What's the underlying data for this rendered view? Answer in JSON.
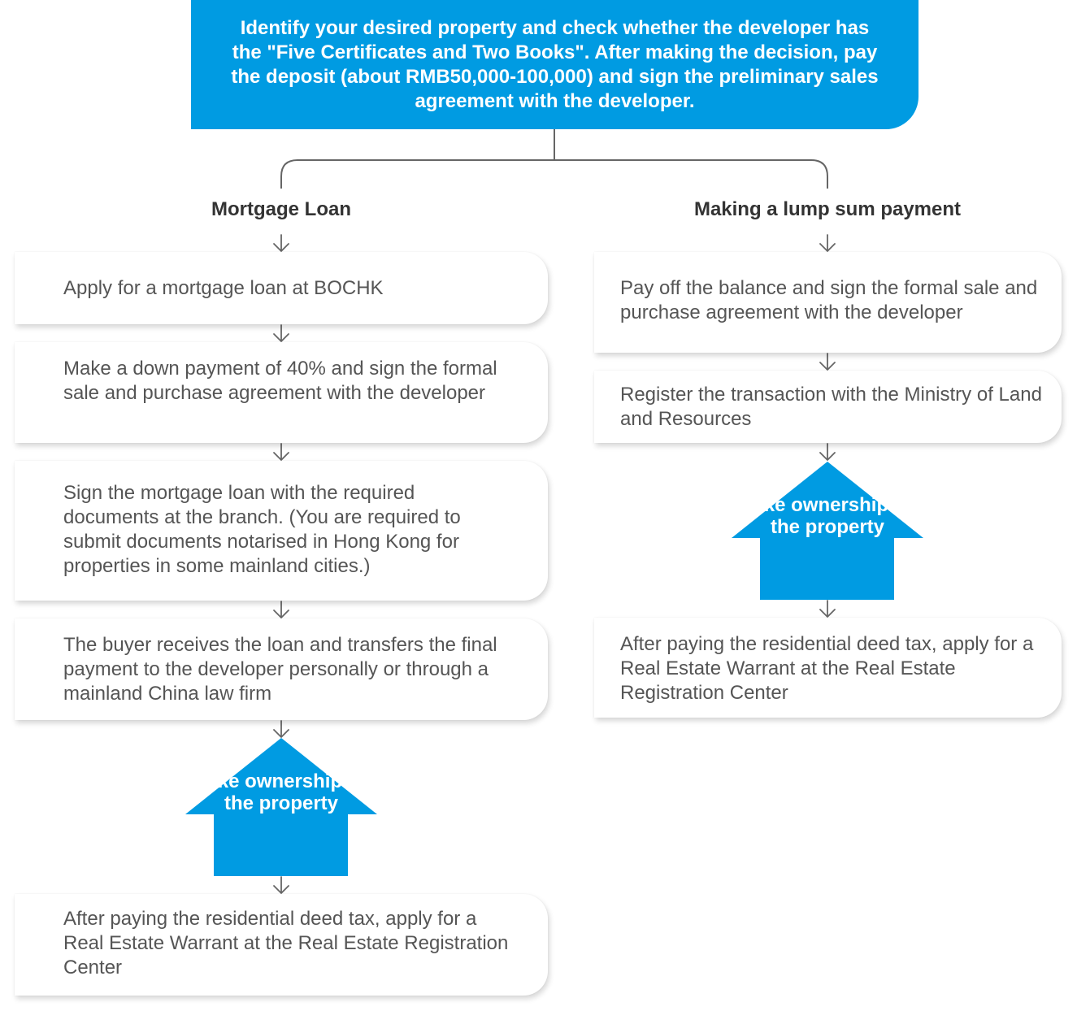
{
  "top": {
    "text": "Identify your desired property and check whether the developer has the \"Five Certificates and Two Books\". After making the decision, pay the deposit (about RMB50,000-100,000) and sign the preliminary sales agreement with the developer."
  },
  "left_branch": {
    "title": "Mortgage Loan",
    "steps": [
      "Apply for a mortgage loan at BOCHK",
      "Make a down payment of 40% and sign the formal sale and purchase agreement with the developer",
      "Sign the mortgage loan with the required documents at the branch. (You are required to submit documents notarised in Hong Kong for properties in some mainland cities.)",
      "The buyer receives the loan and transfers the final payment to the developer personally or through a mainland China law firm"
    ],
    "ownership_label": "Take ownership of the property",
    "final_step": "After paying the residential deed tax, apply for a Real Estate Warrant at the Real Estate Registration Center"
  },
  "right_branch": {
    "title": "Making a lump sum payment",
    "steps": [
      "Pay off the balance and sign the formal sale and purchase agreement with the developer",
      "Register the transaction with the Ministry of Land and Resources"
    ],
    "ownership_label": "Take ownership of the property",
    "final_step": "After paying the residential deed tax, apply for a Real Estate Warrant at the Real Estate Registration Center"
  },
  "colors": {
    "accent_blue": "#009be2",
    "text_gray": "#555555",
    "connector_gray": "#666666"
  }
}
